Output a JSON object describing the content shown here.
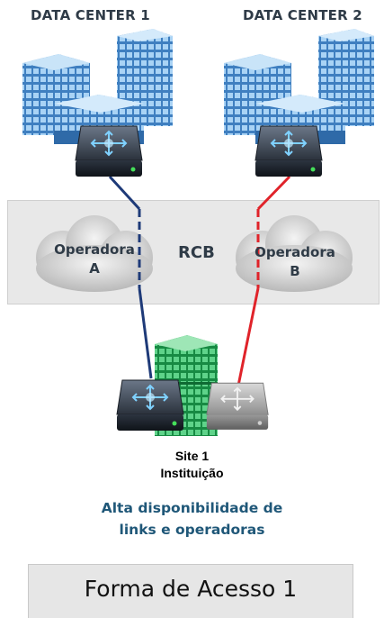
{
  "datacenter1": {
    "title": "DATA CENTER 1"
  },
  "datacenter2": {
    "title": "DATA CENTER 2"
  },
  "network": {
    "label": "RCB",
    "operator_a": {
      "line1": "Operadora",
      "line2": "A"
    },
    "operator_b": {
      "line1": "Operadora",
      "line2": "B"
    }
  },
  "site": {
    "line1": "Site 1",
    "line2": "Instituição"
  },
  "caption": {
    "line1": "Alta disponibilidade de",
    "line2": "links e operadoras"
  },
  "footer": {
    "title": "Forma de Acesso 1"
  },
  "colors": {
    "link_a": "#1e3a78",
    "link_b": "#e0232a",
    "band": "#e8e8e8",
    "building_blue": "#4f8fce",
    "building_green": "#1f9e4f"
  }
}
